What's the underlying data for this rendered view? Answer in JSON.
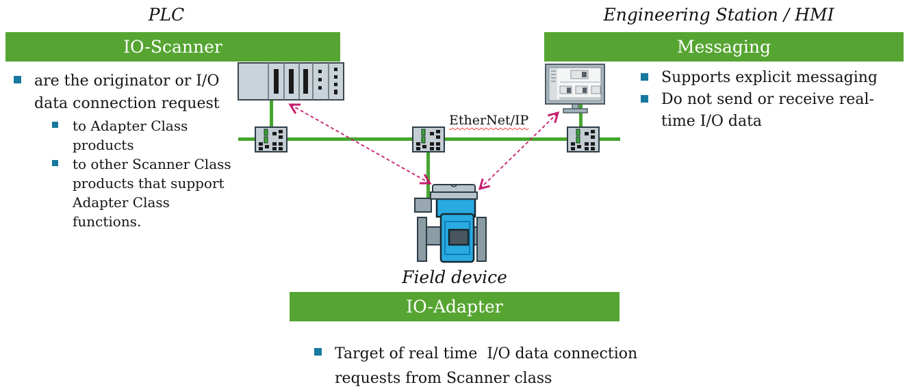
{
  "colors": {
    "banner_green": "#56a532",
    "banner_text": "#ffffff",
    "network_line_green": "#46a52f",
    "bullet_teal": "#1778a0",
    "arrow_magenta": "#c71e6f",
    "field_device_blue": "#29abe2",
    "spellcheck_underline_red": "#ee3b28",
    "body_text": "#141414"
  },
  "scanner_section": {
    "title": "PLC",
    "banner_label": "IO-Scanner",
    "bullet_main": "are the originator or I/O data connection request",
    "sub_bullets": [
      "to Adapter Class products",
      "to other Scanner Class products that support Adapter Class functions."
    ]
  },
  "messaging_section": {
    "title": "Engineering Station / HMI",
    "banner_label": "Messaging",
    "bullets": [
      "Supports explicit messaging",
      "Do not send or receive real-time I/O data"
    ]
  },
  "adapter_section": {
    "title": "Field device",
    "banner_label": "IO-Adapter",
    "bullet": "Target of real time  I/O data connection requests from Scanner class"
  },
  "network": {
    "label": "EtherNet/IP"
  },
  "icons": {
    "plc_rack": "plc-rack-icon",
    "ethernet_switch": "ethernet-switch-icon",
    "engineering_station": "engineering-station-monitor-icon",
    "field_device": "field-device-flowmeter-icon",
    "bidirectional_arrow": "bidirectional-dashed-arrow-icon",
    "list_bullet": "square-bullet-icon"
  }
}
